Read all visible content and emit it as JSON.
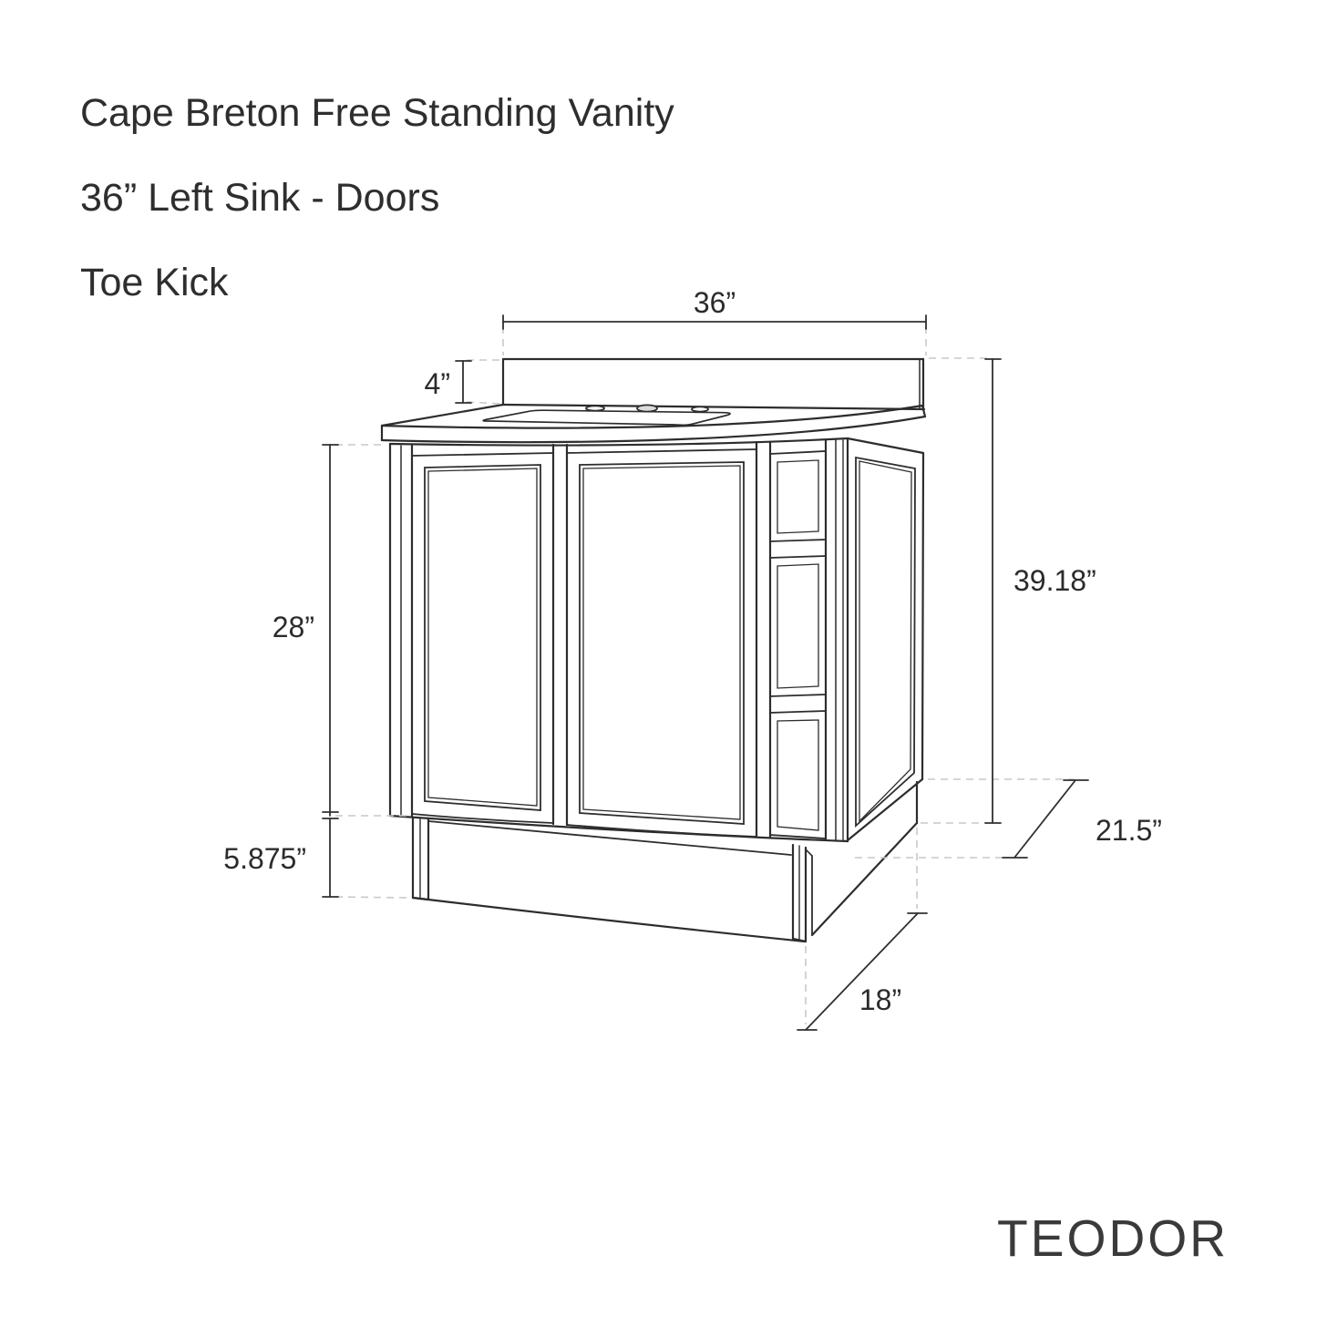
{
  "title": {
    "line1": "Cape Breton Free Standing Vanity",
    "line2": "36” Left Sink - Doors",
    "line3": "Toe Kick"
  },
  "dimensions": {
    "counter_width": "36”",
    "backsplash_height": "4”",
    "overall_height": "39.18”",
    "cabinet_height": "28”",
    "toe_kick_height": "5.875”",
    "cabinet_depth": "21.5”",
    "toe_kick_depth": "18”"
  },
  "brand": {
    "wordmark": "TEODOR"
  },
  "colors": {
    "line": "#2d2d2d",
    "dashed_line": "#c9c9c9",
    "background": "#ffffff",
    "text": "#2b2b2b"
  }
}
